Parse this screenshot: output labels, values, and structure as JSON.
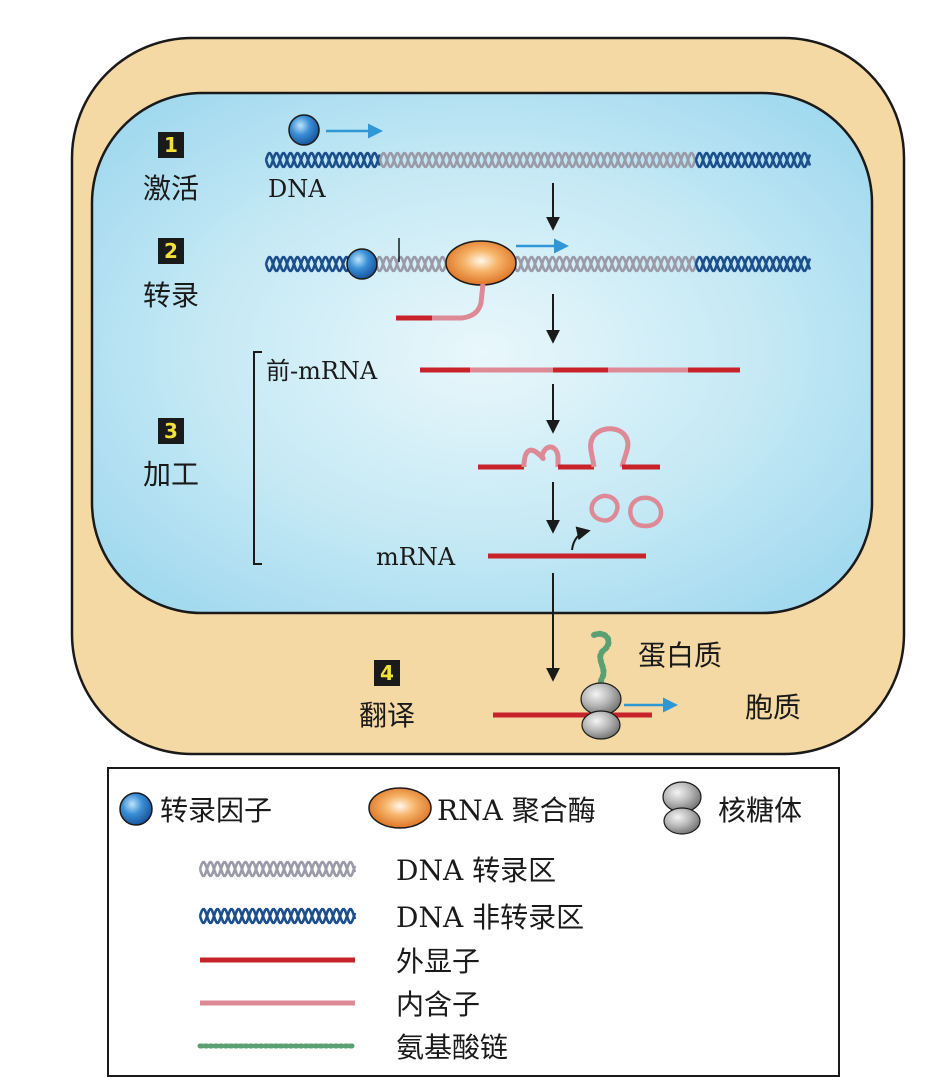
{
  "steps": [
    {
      "number": "1",
      "label": "激活"
    },
    {
      "number": "2",
      "label": "转录"
    },
    {
      "number": "3",
      "label": "加工"
    },
    {
      "number": "4",
      "label": "翻译"
    }
  ],
  "labels": {
    "dna": "DNA",
    "pre_mrna": "前-mRNA",
    "mrna": "mRNA",
    "protein": "蛋白质",
    "cytoplasm": "胞质"
  },
  "legend": {
    "transcription_factor": "转录因子",
    "rna_polymerase": "RNA 聚合酶",
    "ribosome": "核糖体",
    "dna_transcribed": "DNA 转录区",
    "dna_non_transcribed": "DNA 非转录区",
    "exon": "外显子",
    "intron": "内含子",
    "amino_acid_chain": "氨基酸链"
  },
  "colors": {
    "cell": "#f5d9a4",
    "nucleus": "#bfe7f4",
    "dna_non_transcribed": "#1d4f8c",
    "dna_transcribed": "#9a9aa8",
    "exon": "#c8232b",
    "intron": "#dd8a96",
    "amino_acid_chain": "#5aa072",
    "arrow_blue": "#2f97d6",
    "transcription_factor": "#2f7fc8",
    "rna_polymerase": "#e8832a",
    "ribosome": "#9a9a9a",
    "step_badge": "#1a1a1a"
  },
  "icons": [
    "transcription-factor-icon",
    "rna-polymerase-icon",
    "ribosome-icon",
    "right-arrow-icon",
    "down-arrow-icon"
  ]
}
